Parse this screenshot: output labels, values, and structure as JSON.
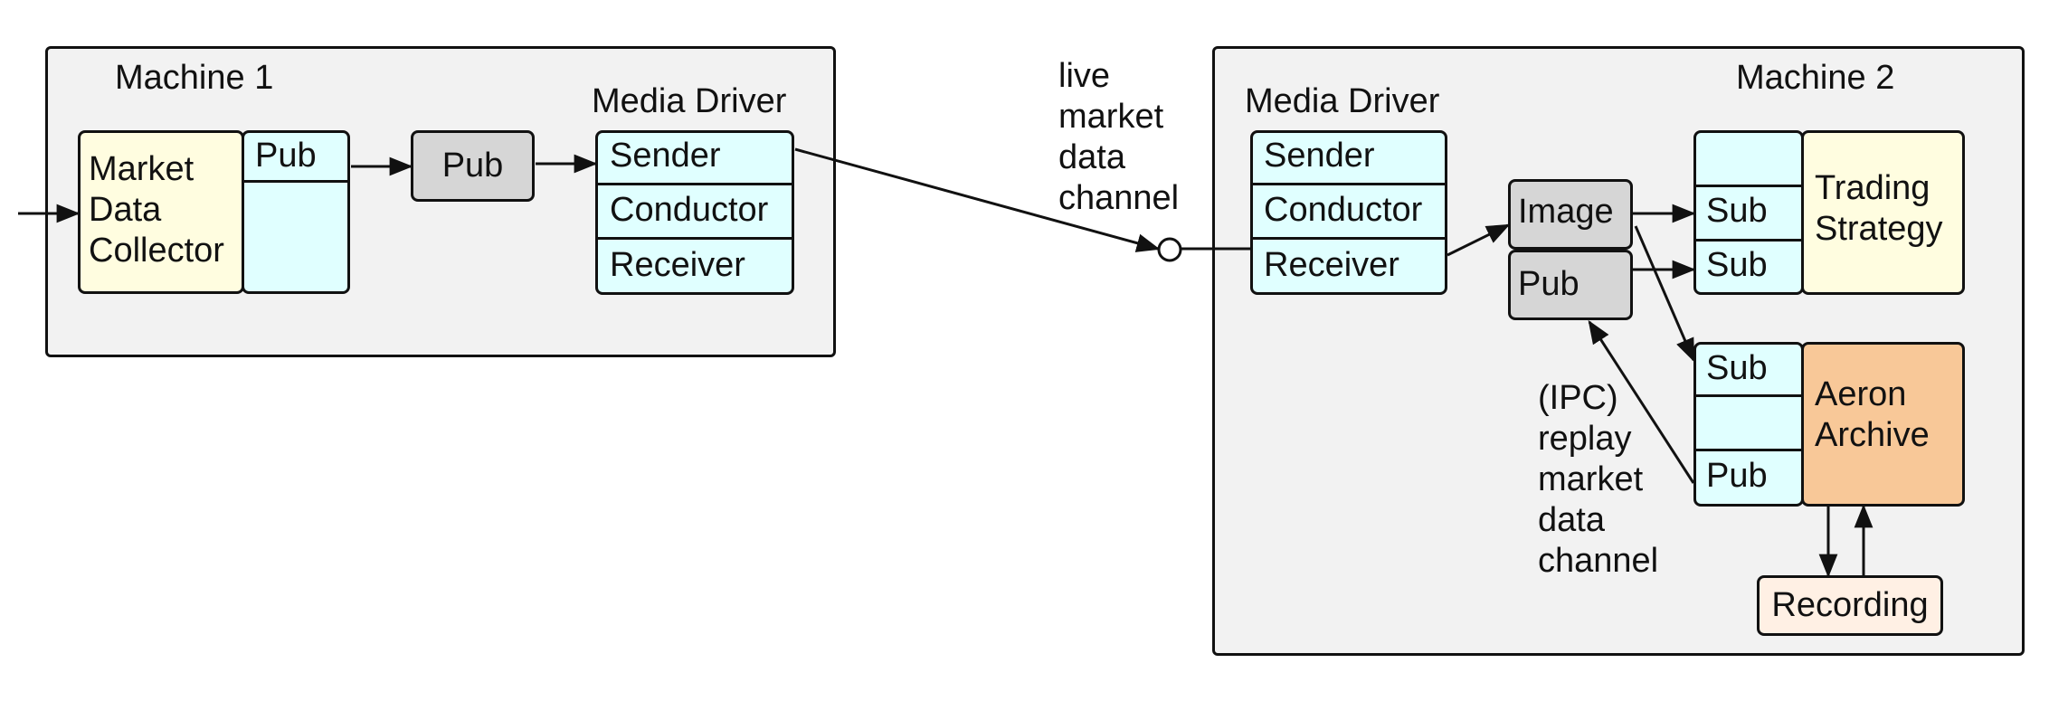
{
  "machine1": {
    "title": "Machine 1",
    "collector": "Market Data Collector",
    "pub_cell": "Pub",
    "gray_pub": "Pub",
    "driver": {
      "title": "Media Driver",
      "sender": "Sender",
      "conductor": "Conductor",
      "receiver": "Receiver"
    }
  },
  "live_channel_label": "live market data channel",
  "machine2": {
    "title": "Machine 2",
    "driver": {
      "title": "Media Driver",
      "sender": "Sender",
      "conductor": "Conductor",
      "receiver": "Receiver"
    },
    "image": "Image",
    "pub": "Pub",
    "trading": {
      "sub1": "Sub",
      "sub2": "Sub",
      "name": "Trading Strategy"
    },
    "archive": {
      "sub": "Sub",
      "pub": "Pub",
      "name": "Aeron Archive"
    },
    "ipc_label": "(IPC) replay market data channel",
    "recording": "Recording"
  },
  "colors": {
    "machine_bg": "#f2f2f2",
    "cyan": "#e0ffff",
    "yellow": "#fffde0",
    "gray": "#d6d6d6",
    "orange": "#f8c898",
    "peach": "#fff0e4"
  }
}
